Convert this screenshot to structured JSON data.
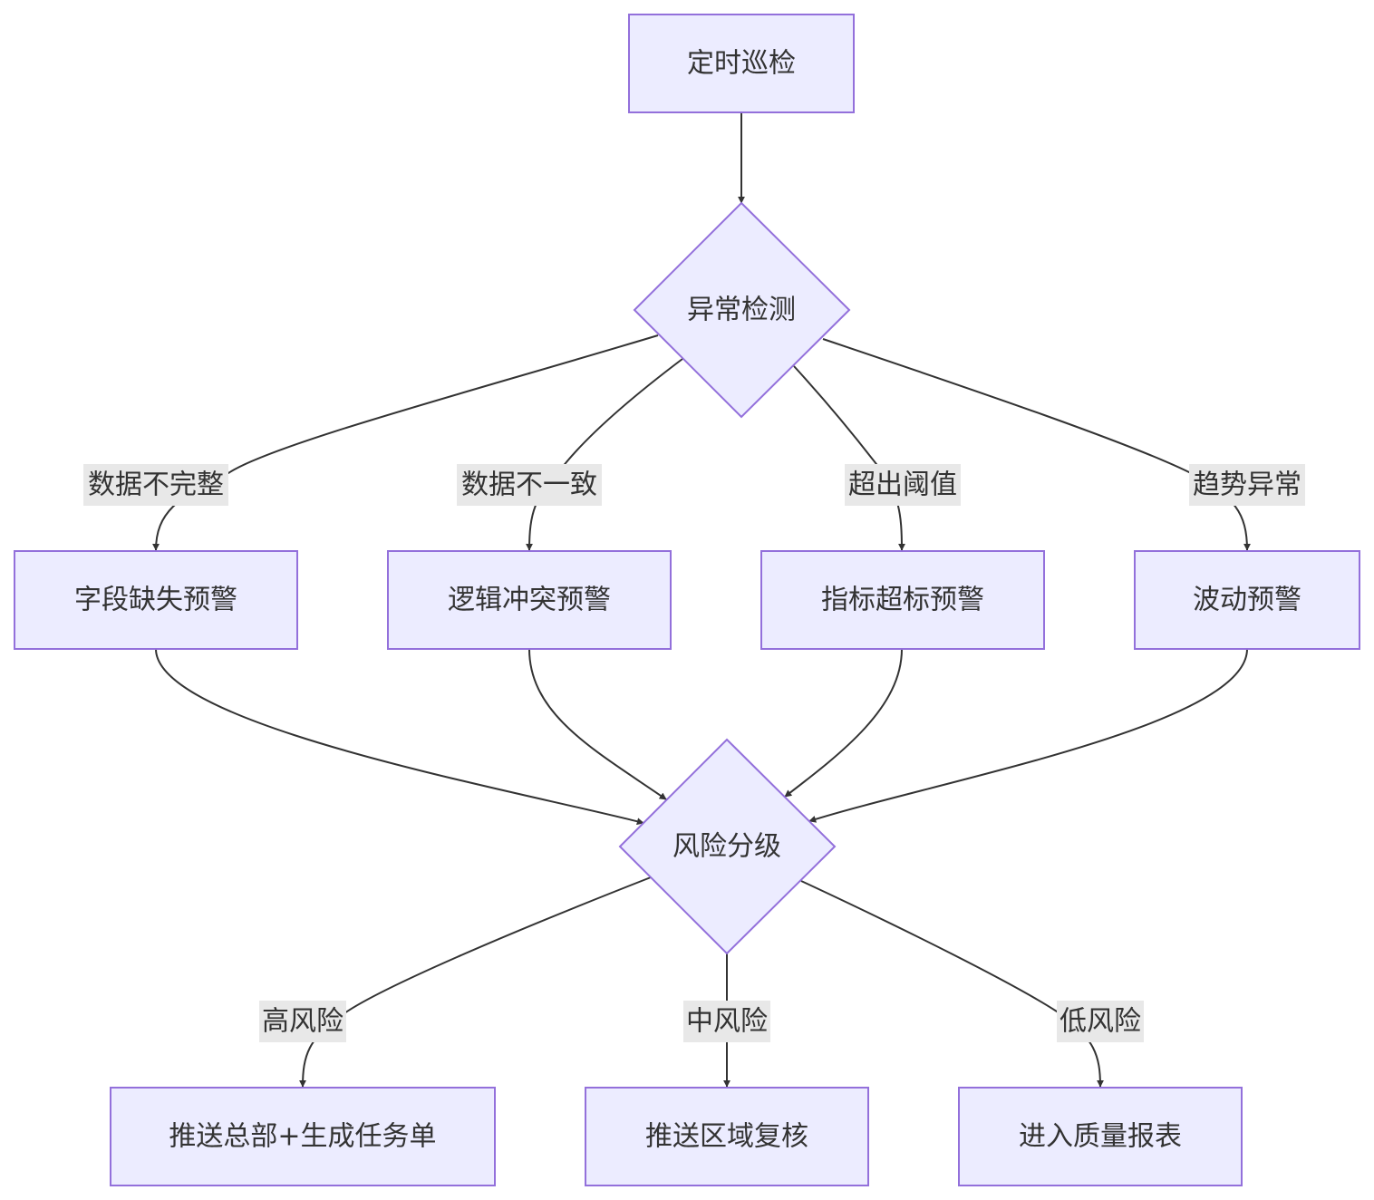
{
  "nodes": {
    "start": {
      "label": "定时巡检"
    },
    "detect": {
      "label": "异常检测"
    },
    "missing": {
      "label": "字段缺失预警"
    },
    "conflict": {
      "label": "逻辑冲突预警"
    },
    "exceed": {
      "label": "指标超标预警"
    },
    "fluctuation": {
      "label": "波动预警"
    },
    "grading": {
      "label": "风险分级"
    },
    "push_hq": {
      "label": "推送总部+生成任务单"
    },
    "push_region": {
      "label": "推送区域复核"
    },
    "report": {
      "label": "进入质量报表"
    }
  },
  "edges": {
    "incomplete": {
      "label": "数据不完整"
    },
    "inconsistent": {
      "label": "数据不一致"
    },
    "over_threshold": {
      "label": "超出阈值"
    },
    "trend_anomaly": {
      "label": "趋势异常"
    },
    "high_risk": {
      "label": "高风险"
    },
    "mid_risk": {
      "label": "中风险"
    },
    "low_risk": {
      "label": "低风险"
    }
  },
  "colors": {
    "node_fill": "#ececff",
    "node_stroke": "#9370db",
    "edge_stroke": "#333333",
    "label_bg": "#e8e8e8",
    "text": "#333333"
  }
}
